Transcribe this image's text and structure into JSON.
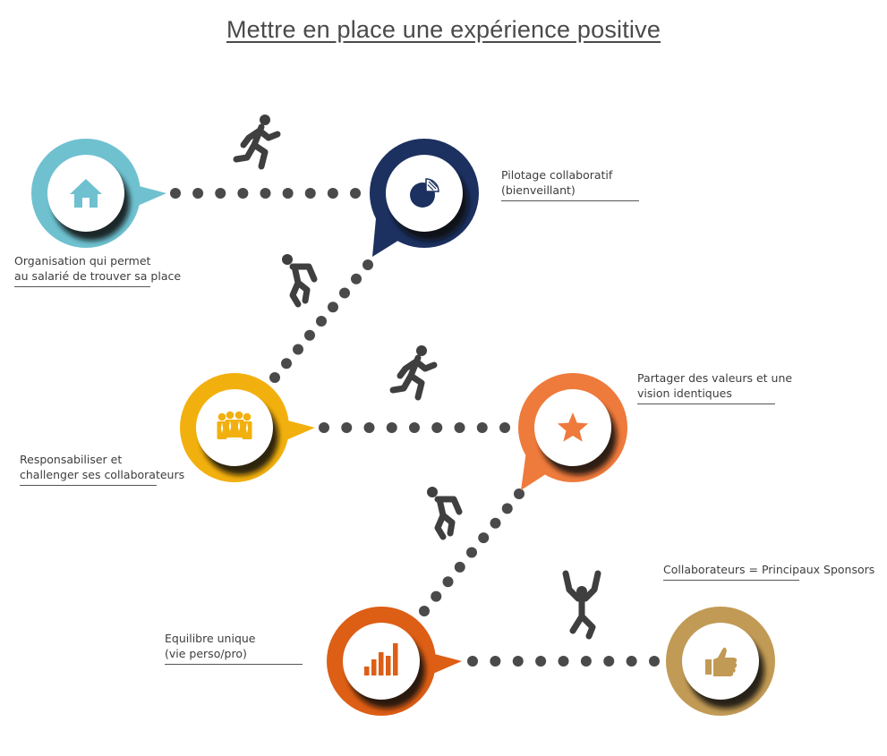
{
  "title": "Mettre en place une expérience positive",
  "steps": [
    {
      "id": "organisation",
      "lines": [
        "Organisation qui permet",
        "au salarié de trouver sa place"
      ],
      "icon": "home-icon",
      "color": "#6fc1d0"
    },
    {
      "id": "pilotage",
      "lines": [
        "Pilotage collaboratif",
        "(bienveillant)"
      ],
      "icon": "pie-chart-icon",
      "color": "#1c3160"
    },
    {
      "id": "responsabiliser",
      "lines": [
        "Responsabiliser et",
        "challenger ses collaborateurs"
      ],
      "icon": "team-icon",
      "color": "#f2b00e"
    },
    {
      "id": "partager",
      "lines": [
        "Partager des valeurs et une",
        "vision identiques"
      ],
      "icon": "star-icon",
      "color": "#ee7a3c"
    },
    {
      "id": "equilibre",
      "lines": [
        "Equilibre unique",
        "(vie perso/pro)"
      ],
      "icon": "bar-chart-icon",
      "color": "#dd5e15"
    },
    {
      "id": "collaborateurs",
      "lines": [
        "Collaborateurs = Principaux Sponsors"
      ],
      "icon": "thumbs-up-icon",
      "color": "#c19a55"
    }
  ],
  "runner_icons": [
    "runner-icon",
    "climber-icon",
    "runner-icon",
    "climber-icon",
    "cheering-icon"
  ],
  "dot_color": "#4a4a4a"
}
